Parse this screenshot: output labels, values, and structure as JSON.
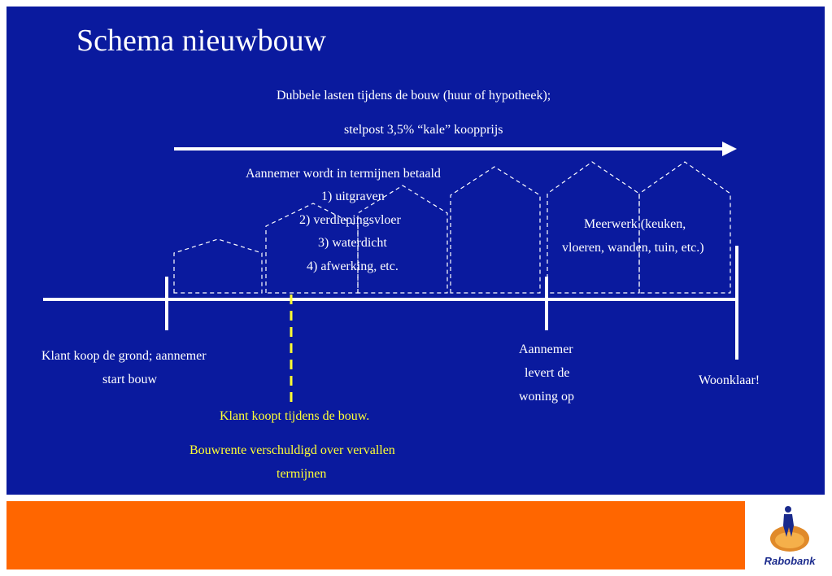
{
  "slide": {
    "title": "Schema nieuwbouw",
    "top_line1": "Dubbele lasten tijdens de bouw (huur of hypotheek);",
    "top_line2": "stelpost 3,5% “kale” koopprijs",
    "installments": [
      "Aannemer wordt in termijnen betaald",
      "1) uitgraven",
      "2) verdiepingsvloer",
      "3) waterdicht",
      "4) afwerking, etc."
    ],
    "extra_work": [
      "Meerwerk (keuken,",
      "vloeren, wanden, tuin, etc.)"
    ],
    "milestone_start": [
      "Klant koop de grond; aannemer",
      "start bouw"
    ],
    "milestone_delivery": [
      "Aannemer",
      "levert de",
      "woning op"
    ],
    "milestone_done": "Woonklaar!",
    "buy_during": "Klant koopt tijdens de bouw.",
    "interest": [
      "Bouwrente verschuldigd over vervallen",
      "termijnen"
    ]
  },
  "brand": {
    "name": "Rabobank"
  },
  "colors": {
    "slide_bg": "#0a1a9e",
    "footer": "#ff6600",
    "highlight": "#ffff33",
    "text": "#ffffff"
  }
}
